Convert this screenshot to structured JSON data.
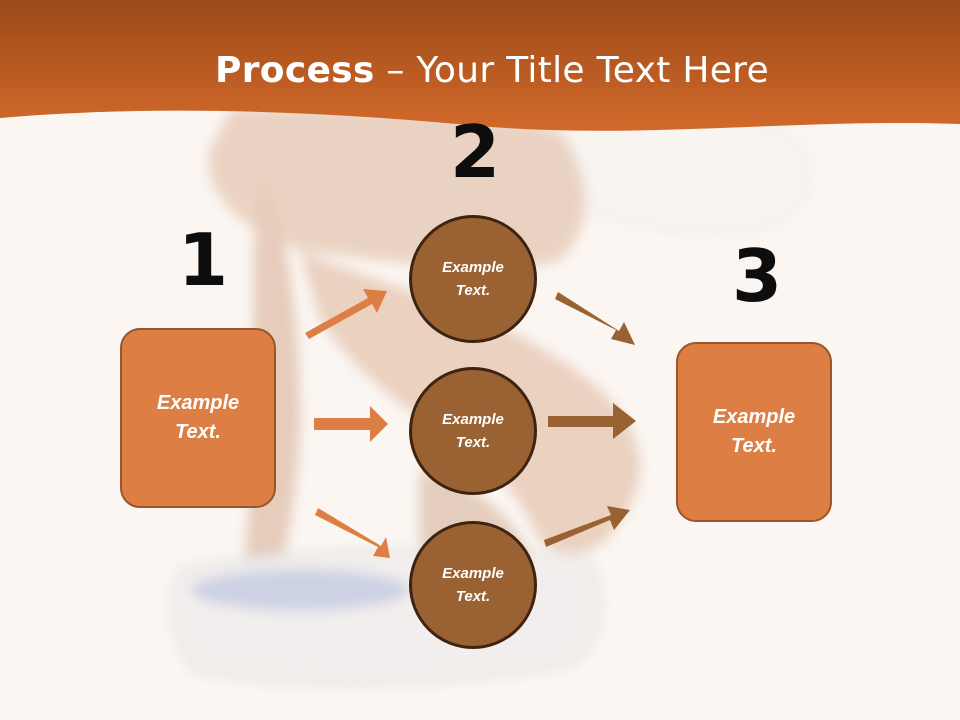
{
  "slide": {
    "title_bold": "Process",
    "title_rest": " – Your Title Text Here"
  },
  "steps": [
    {
      "number": "1"
    },
    {
      "number": "2"
    },
    {
      "number": "3"
    }
  ],
  "boxes": {
    "left": "Example Text.",
    "right": "Example Text."
  },
  "circles": [
    "Example Text.",
    "Example Text.",
    "Example Text."
  ],
  "colors": {
    "title_band": "#c85b1e",
    "box_fill": "#dd7f45",
    "circle_fill": "#9a6232",
    "arrow_left": "#dd7f45",
    "arrow_right": "#9a6232"
  }
}
